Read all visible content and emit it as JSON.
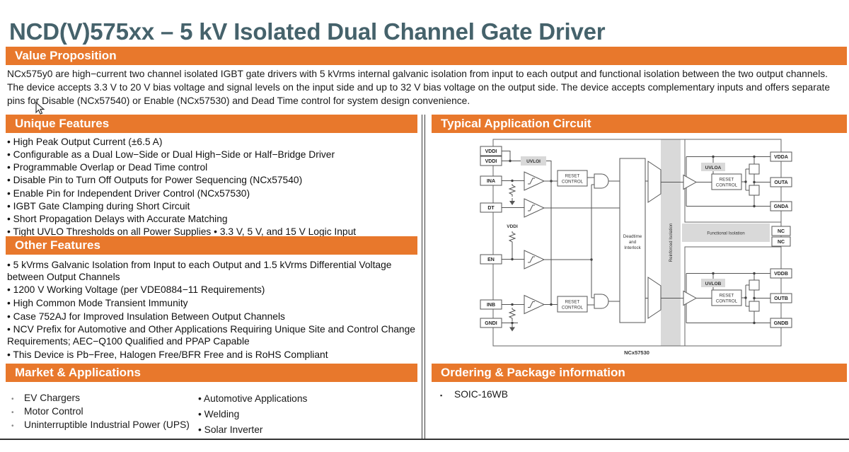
{
  "colors": {
    "accent_orange": "#E8782C",
    "title_teal": "#45626B",
    "diagram_gray_band": "#D9D9D9"
  },
  "page": {
    "title": "NCD(V)575xx – 5 kV Isolated Dual Channel Gate Driver"
  },
  "value_proposition": {
    "heading": "Value Proposition",
    "body": "NCx575y0 are high−current two channel isolated IGBT gate drivers with 5 kVrms internal galvanic isolation from input to each output and functional isolation between the two output channels. The device accepts 3.3 V to 20 V bias voltage and signal levels on the input side and up to 32 V bias voltage on the output side. The device accepts complementary inputs and offers separate pins for Disable (NCx57540) or Enable (NCx57530) and Dead Time control for system design convenience."
  },
  "unique_features": {
    "heading": "Unique Features",
    "items": [
      "• High Peak Output Current (±6.5 A)",
      "• Configurable as a Dual Low−Side or Dual High−Side or Half−Bridge Driver",
      "• Programmable Overlap or Dead Time control",
      "• Disable Pin to Turn Off Outputs for Power Sequencing (NCx57540)",
      "• Enable Pin for Independent Driver Control (NCx57530)",
      "• IGBT Gate Clamping during Short Circuit",
      "• Short Propagation Delays with Accurate Matching",
      "• Tight UVLO Thresholds on all Power Supplies • 3.3 V, 5 V, and 15 V Logic Input"
    ]
  },
  "other_features": {
    "heading": "Other Features",
    "items": [
      "• 5 kVrms Galvanic Isolation from Input to each Output and 1.5 kVrms Differential Voltage between Output Channels",
      "• 1200 V Working Voltage (per VDE0884−11 Requirements)",
      "• High Common Mode Transient Immunity",
      "• Case 752AJ for Improved Insulation Between Output Channels",
      "• NCV Prefix for Automotive and Other Applications Requiring Unique Site and Control Change Requirements; AEC−Q100 Qualified and PPAP Capable",
      "• This Device is Pb−Free, Halogen Free/BFR Free and is RoHS Compliant"
    ]
  },
  "market_applications": {
    "heading": "Market & Applications",
    "left_bullet": "•",
    "left_items": [
      "EV Chargers",
      "Motor Control",
      "Uninterruptible Industrial Power (UPS)"
    ],
    "right_items": [
      "• Automotive Applications",
      "• Welding",
      "• Solar Inverter"
    ]
  },
  "application_circuit": {
    "heading": "Typical  Application Circuit",
    "caption": "NCx57530",
    "left_pins": [
      "VDDI",
      "VDDI",
      "INA",
      "DT",
      "EN",
      "INB",
      "GNDI"
    ],
    "right_pins": [
      "VDDA",
      "OUTA",
      "GNDA",
      "NC",
      "NC",
      "VDDB",
      "OUTB",
      "GNDB"
    ],
    "labels": {
      "uvloi": "UVLOI",
      "uvloa": "UVLOA",
      "uvlob": "UVLOB",
      "reset_line1": "RESET",
      "reset_line2": "CONTROL",
      "deadtime_line1": "Deadtime",
      "deadtime_line2": "and",
      "deadtime_line3": "Interlock",
      "reinforced": "Reinforced Isolation",
      "functional": "Functional Isolation",
      "vddi_pullup": "VDDI"
    }
  },
  "ordering": {
    "heading": "Ordering & Package information",
    "bullet": "▪",
    "items": [
      "SOIC-16WB"
    ]
  }
}
